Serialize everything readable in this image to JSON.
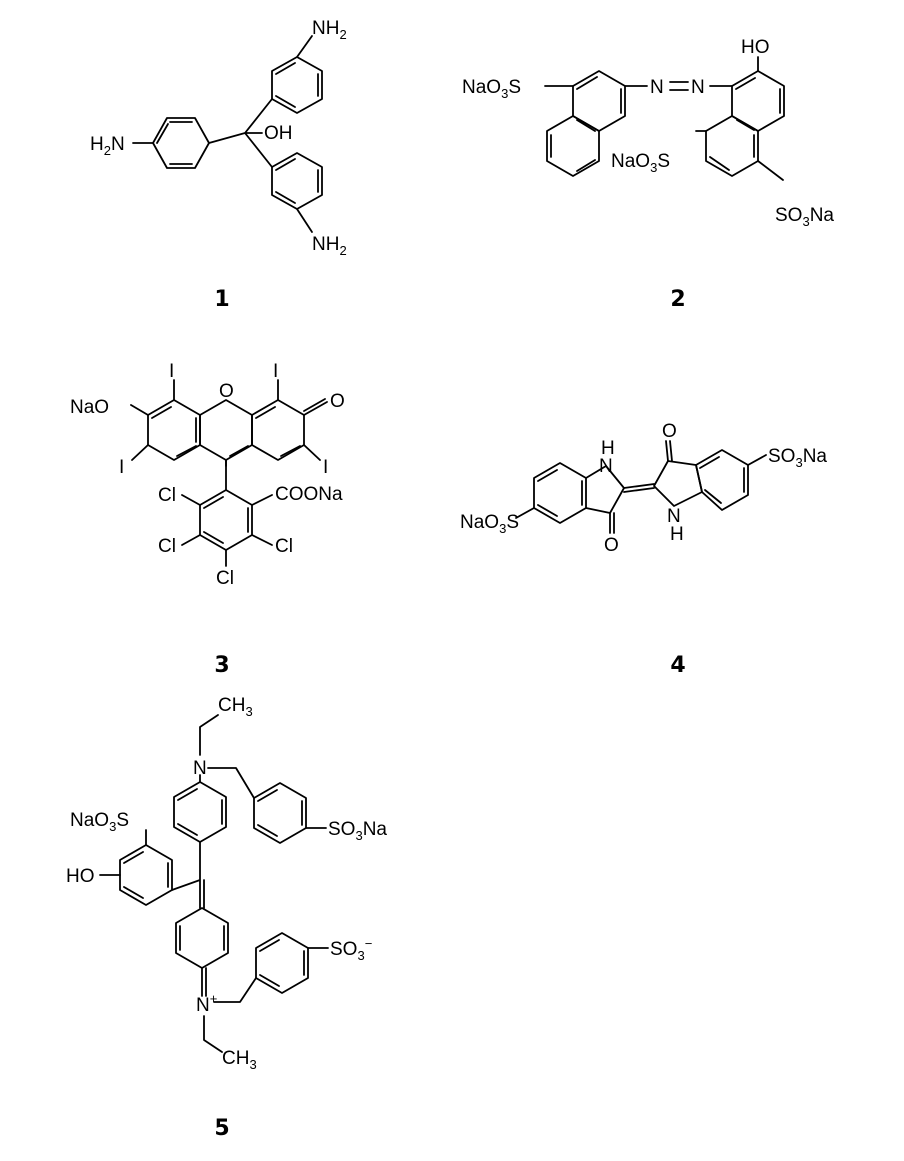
{
  "compounds": [
    {
      "number": "1",
      "labels": {
        "nh2_top": "NH",
        "nh2_top_sub": "2",
        "h2n_left_pre": "H",
        "h2n_left_sub": "2",
        "h2n_left_post": "N",
        "oh": "OH",
        "nh2_bottom": "NH",
        "nh2_bottom_sub": "2"
      }
    },
    {
      "number": "2",
      "labels": {
        "nao3s_left_pre": "NaO",
        "nao3s_left_sub": "3",
        "nao3s_left_post": "S",
        "azo_n1": "N",
        "azo_n2": "N",
        "ho": "HO",
        "nao3s_mid_pre": "NaO",
        "nao3s_mid_sub": "3",
        "nao3s_mid_post": "S",
        "so3na_pre": "SO",
        "so3na_sub": "3",
        "so3na_post": "Na"
      }
    },
    {
      "number": "3",
      "labels": {
        "nao": "NaO",
        "i_1": "I",
        "o_ring": "O",
        "i_2": "I",
        "o_keto": "O",
        "i_3": "I",
        "i_4": "I",
        "cl_1": "Cl",
        "coona": "COONa",
        "cl_2": "Cl",
        "cl_3": "Cl",
        "cl_4": "Cl"
      }
    },
    {
      "number": "4",
      "labels": {
        "h_top": "H",
        "n_top": "N",
        "o_top": "O",
        "so3na_pre": "SO",
        "so3na_sub": "3",
        "so3na_post": "Na",
        "nao3s_pre": "NaO",
        "nao3s_sub": "3",
        "nao3s_post": "S",
        "o_bottom": "O",
        "n_bottom": "N",
        "h_bottom": "H"
      }
    },
    {
      "number": "5",
      "labels": {
        "ch3_top_pre": "CH",
        "ch3_top_sub": "3",
        "n_amine": "N",
        "nao3s_pre": "NaO",
        "nao3s_sub": "3",
        "nao3s_post": "S",
        "so3na_pre": "SO",
        "so3na_sub": "3",
        "so3na_post": "Na",
        "ho": "HO",
        "so3_pre": "SO",
        "so3_sub": "3",
        "so3_charge": "−",
        "n_plus": "N",
        "n_plus_charge": "+",
        "ch3_bottom_pre": "CH",
        "ch3_bottom_sub": "3"
      }
    }
  ]
}
